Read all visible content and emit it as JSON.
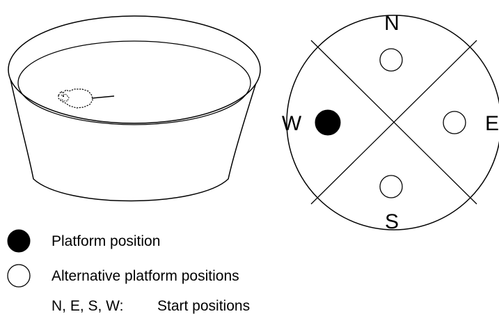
{
  "maze_diagram": {
    "compass": {
      "north": "N",
      "east": "E",
      "south": "S",
      "west": "W"
    },
    "legend": {
      "platform": "Platform position",
      "alternative": "Alternative platform positions",
      "start_key": "N, E, S, W:",
      "start_label": "Start positions"
    },
    "colors": {
      "ink": "#000000",
      "paper": "#ffffff"
    }
  }
}
